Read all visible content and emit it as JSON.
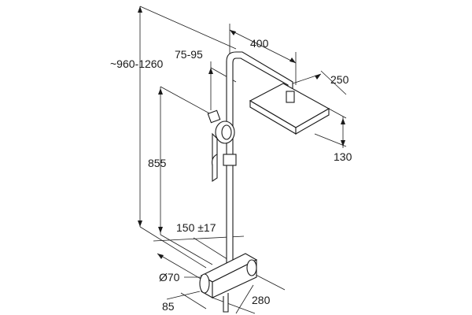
{
  "diagram": {
    "dimensions": {
      "total_height": "~960-1260",
      "arm_length": "400",
      "hand_shower_offset": "75-95",
      "head_size": "250",
      "head_thickness": "130",
      "rail_height": "855",
      "inlet_spacing": "150 ±17",
      "inlet_diameter": "Ø70",
      "wall_distance": "85",
      "thermostat_width": "280"
    }
  }
}
